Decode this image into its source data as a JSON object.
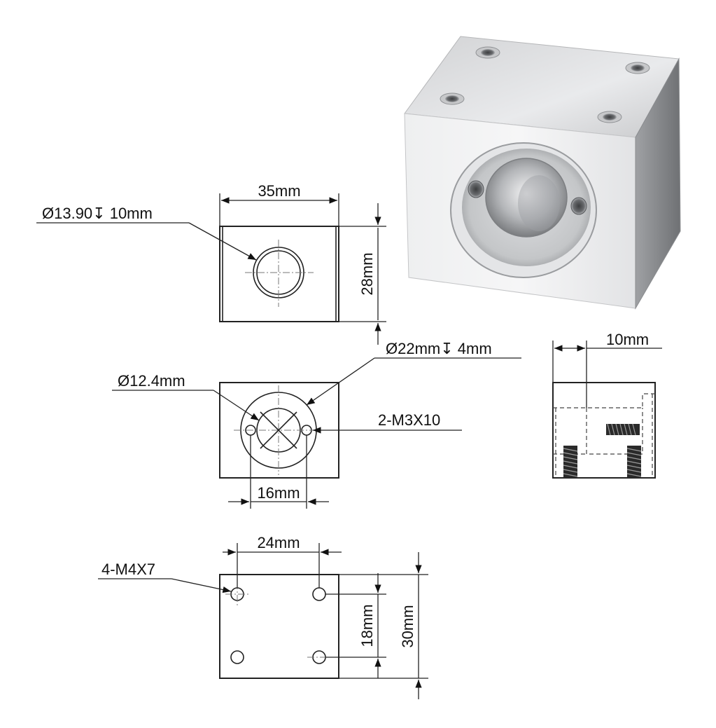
{
  "top_view": {
    "width_label": "35mm",
    "bore_label": "Ø13.90↧ 10mm",
    "height_label": "28mm"
  },
  "front_view": {
    "counterbore_label": "Ø22mm↧ 4mm",
    "bore_label": "Ø12.4mm",
    "screw_label": "2-M3X10",
    "hole_spacing_label": "16mm"
  },
  "side_view": {
    "depth_label": "10mm"
  },
  "bottom_view": {
    "hole_spacing_x_label": "24mm",
    "mount_holes_label": "4-M4X7",
    "hole_spacing_y_label": "18mm",
    "height_label": "30mm"
  },
  "render_3d": {
    "material": "aluminium block with nut seat",
    "colors": {
      "light": "#e6e7e9",
      "mid": "#b9bbbe",
      "dark": "#8e9093"
    }
  }
}
